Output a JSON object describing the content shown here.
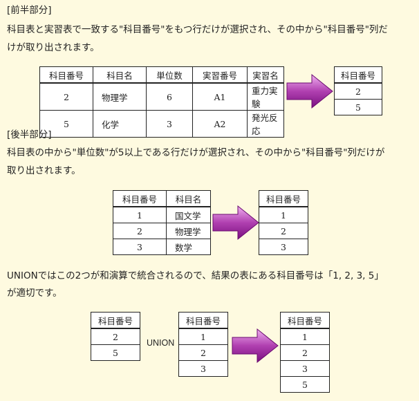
{
  "part1": {
    "heading": "[前半部分]",
    "line1": "科目表と実習表で一致する\"科目番号\"をもつ行だけが選択され、その中から\"科目番号\"列だ",
    "line2": "けが取り出されます。",
    "table": {
      "headers": [
        "科目番号",
        "科目名",
        "単位数",
        "実習番号",
        "実習名"
      ],
      "rows": [
        [
          "2",
          "物理学",
          "6",
          "A1",
          "重力実験"
        ],
        [
          "5",
          "化学",
          "3",
          "A2",
          "発光反応"
        ]
      ]
    },
    "result": {
      "header": "科目番号",
      "rows": [
        "2",
        "5"
      ]
    }
  },
  "part2": {
    "heading": "[後半部分]",
    "line1": "科目表の中から\"単位数\"が5以上である行だけが選択され、その中から\"科目番号\"列だけが",
    "line2": "取り出されます。",
    "table": {
      "headers": [
        "科目番号",
        "科目名"
      ],
      "rows": [
        [
          "1",
          "国文学"
        ],
        [
          "2",
          "物理学"
        ],
        [
          "3",
          "数学"
        ]
      ]
    },
    "result": {
      "header": "科目番号",
      "rows": [
        "1",
        "2",
        "3"
      ]
    }
  },
  "conclusion": {
    "line1": "UNIONではこの2つが和演算で統合されるので、結果の表にある科目番号は「1, 2, 3, 5」",
    "line2": "が適切です。"
  },
  "union": {
    "left": {
      "header": "科目番号",
      "rows": [
        "2",
        "5"
      ]
    },
    "operator": "UNION",
    "right": {
      "header": "科目番号",
      "rows": [
        "1",
        "2",
        "3"
      ]
    },
    "result": {
      "header": "科目番号",
      "rows": [
        "1",
        "2",
        "3",
        "5"
      ]
    }
  },
  "colors": {
    "background": "#fefae0",
    "arrow_start": "#e8a0e8",
    "arrow_end": "#8a1a8a"
  }
}
